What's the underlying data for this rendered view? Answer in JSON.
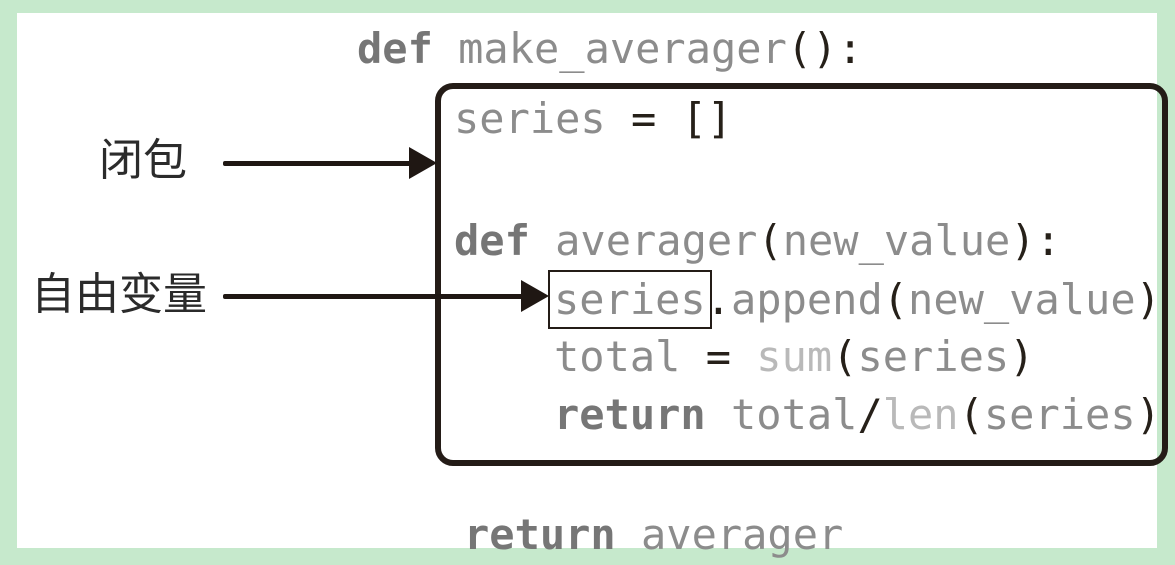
{
  "figure": {
    "description": "Closure diagram for make_averager function",
    "colors": {
      "frame-green": "#c6e9cc",
      "paper": "#ffffff",
      "ink": "#1f1713",
      "box-border": "#241c17",
      "code-gray": "#8c8c8c",
      "keyword-gray": "#767676",
      "builtin-gray": "#b9b9b9",
      "punct-dark": "#262019",
      "label-ink": "#2b2b2b"
    }
  },
  "labels": {
    "closure": "闭包",
    "free_variable": "自由变量"
  },
  "code": {
    "lines": [
      {
        "id": "outer-def",
        "tokens": [
          {
            "c": "kw",
            "t": "def"
          },
          {
            "c": "id",
            "t": " make_averager"
          },
          {
            "c": "pt",
            "t": "():"
          }
        ]
      },
      {
        "id": "series-init",
        "tokens": [
          {
            "c": "id",
            "t": "series"
          },
          {
            "c": "pt",
            "t": " = []"
          }
        ]
      },
      {
        "id": "inner-def",
        "tokens": [
          {
            "c": "kw",
            "t": "def"
          },
          {
            "c": "id",
            "t": " averager"
          },
          {
            "c": "pt",
            "t": "("
          },
          {
            "c": "id",
            "t": "new_value"
          },
          {
            "c": "pt",
            "t": "):"
          }
        ]
      },
      {
        "id": "append-line",
        "tokens": [
          {
            "c": "id",
            "t": "series",
            "boxed": true
          },
          {
            "c": "pt",
            "t": "."
          },
          {
            "c": "id",
            "t": "append"
          },
          {
            "c": "pt",
            "t": "("
          },
          {
            "c": "id",
            "t": "new_value"
          },
          {
            "c": "pt",
            "t": ")"
          }
        ]
      },
      {
        "id": "total-line",
        "tokens": [
          {
            "c": "id",
            "t": "total"
          },
          {
            "c": "pt",
            "t": " = "
          },
          {
            "c": "bi",
            "t": "sum"
          },
          {
            "c": "pt",
            "t": "("
          },
          {
            "c": "id",
            "t": "series"
          },
          {
            "c": "pt",
            "t": ")"
          }
        ]
      },
      {
        "id": "inner-return",
        "tokens": [
          {
            "c": "kw",
            "t": "return"
          },
          {
            "c": "id",
            "t": " total"
          },
          {
            "c": "pt",
            "t": "/"
          },
          {
            "c": "bi",
            "t": "len"
          },
          {
            "c": "pt",
            "t": "("
          },
          {
            "c": "id",
            "t": "series"
          },
          {
            "c": "pt",
            "t": ")"
          }
        ]
      },
      {
        "id": "outer-return",
        "tokens": [
          {
            "c": "kw",
            "t": "return"
          },
          {
            "c": "id",
            "t": " averager"
          }
        ]
      }
    ]
  }
}
